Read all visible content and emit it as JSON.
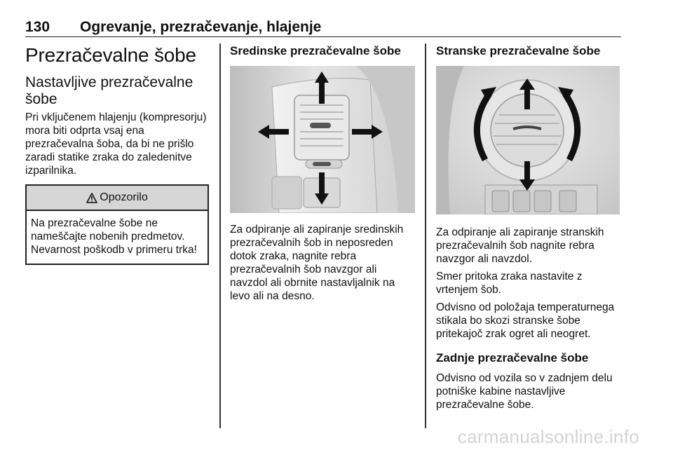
{
  "header": {
    "page_number": "130",
    "title": "Ogrevanje, prezračevanje, hlajenje"
  },
  "col1": {
    "h1": "Prezračevalne šobe",
    "h2": "Nastavljive prezračevalne šobe",
    "intro": "Pri vključenem hlajenju (kompresorju) mora biti odprta vsaj ena prezračevalna šoba, da bi ne prišlo zaradi statike zraka do zaledenitve izparilnika.",
    "warning": {
      "icon": "warning-triangle-icon",
      "title": "Opozorilo",
      "text": "Na prezračevalne šobe ne nameščajte nobenih predmetov. Nevarnost poškodb v primeru trka!"
    }
  },
  "col2": {
    "heading": "Sredinske prezračevalne šobe",
    "description": "Za odpiranje ali zapiranje sredinskih prezračevalnih šob in neposreden dotok zraka, nagnite rebra prezračevalnih šob navzgor ali navzdol ali obrnite nastavljalnik na levo ali na desno."
  },
  "col3": {
    "heading": "Stranske prezračevalne šobe",
    "paragraphs": [
      "Za odpiranje ali zapiranje stranskih prezračevalnih šob nagnite rebra navzgor ali navzdol.",
      "Smer pritoka zraka nastavite z vrtenjem šob.",
      "Odvisno od položaja temperaturnega stikala bo skozi stranske šobe pritekajoč zrak ogret ali neogret."
    ],
    "subheading": "Zadnje prezračevalne šobe",
    "after": "Odvisno od vozila so v zadnjem delu potniške kabine nastavljive prezračevalne šobe."
  },
  "watermark": "carmanualsonline.info"
}
